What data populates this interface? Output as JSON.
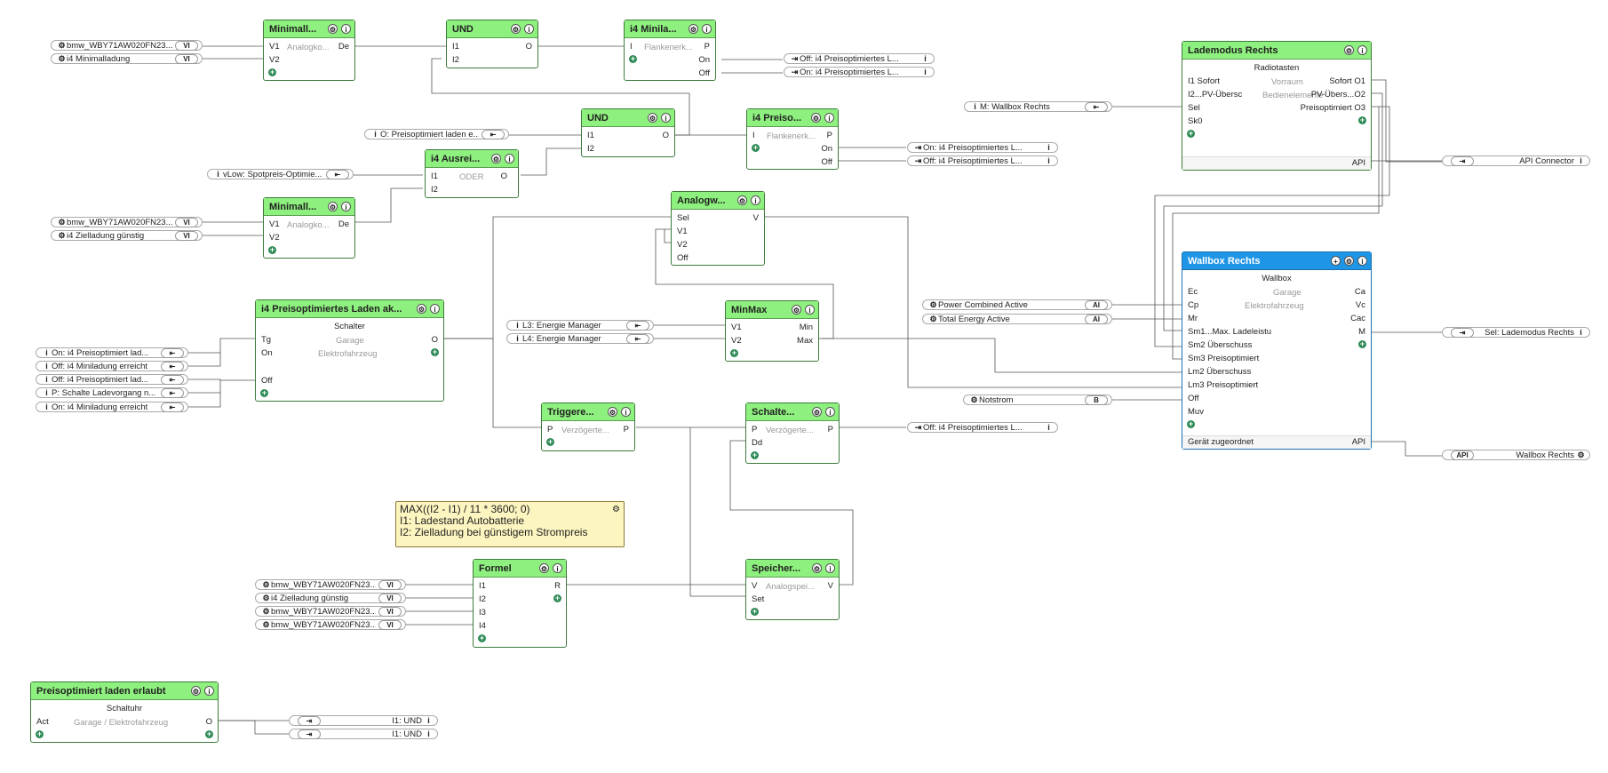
{
  "blocks": {
    "min1": {
      "title": "Minimall...",
      "v1": "V1",
      "v2": "V2",
      "mid": "Analogko...",
      "out": "De"
    },
    "und1": {
      "title": "UND",
      "i1": "I1",
      "i2": "I2",
      "out": "O"
    },
    "i4min": {
      "title": "i4 Minila...",
      "in": "I",
      "mid": "Flankenerk...",
      "p": "P",
      "on": "On",
      "off": "Off"
    },
    "und2": {
      "title": "UND",
      "i1": "I1",
      "i2": "I2",
      "out": "O"
    },
    "i4preis": {
      "title": "i4 Preiso...",
      "in": "I",
      "mid": "Flankenerk...",
      "p": "P",
      "on": "On",
      "off": "Off"
    },
    "i4aus": {
      "title": "i4 Ausrei...",
      "i1": "I1",
      "i2": "I2",
      "mid": "ODER",
      "out": "O"
    },
    "min2": {
      "title": "Minimall...",
      "v1": "V1",
      "v2": "V2",
      "mid": "Analogko...",
      "out": "De"
    },
    "analogw": {
      "title": "Analogw...",
      "sel": "Sel",
      "v1": "V1",
      "v2": "V2",
      "off": "Off",
      "out": "V"
    },
    "schalter": {
      "title": "i4 Preisoptimiertes Laden ak...",
      "sub": "Schalter",
      "tg": "Tg",
      "on": "On",
      "off": "Off",
      "mid1": "Garage",
      "mid2": "Elektrofahrzeug",
      "out": "O"
    },
    "minmax": {
      "title": "MinMax",
      "v1": "V1",
      "v2": "V2",
      "min": "Min",
      "max": "Max"
    },
    "trig": {
      "title": "Triggere...",
      "p": "P",
      "mid": "Verzögerte...",
      "out": "P"
    },
    "schalte": {
      "title": "Schalte...",
      "p": "P",
      "dd": "Dd",
      "mid": "Verzögerte...",
      "out": "P"
    },
    "formel": {
      "title": "Formel",
      "i1": "I1",
      "i2": "I2",
      "i3": "I3",
      "i4": "I4",
      "out": "R"
    },
    "speicher": {
      "title": "Speicher...",
      "v": "V",
      "set": "Set",
      "mid": "Analogspei...",
      "out": "V"
    },
    "schaltuhr": {
      "title": "Preisoptimiert laden erlaubt",
      "sub": "Schaltuhr",
      "act": "Act",
      "mid": "Garage / Elektrofahrzeug",
      "out": "O"
    },
    "lademodus": {
      "title": "Lademodus Rechts",
      "sub": "Radiotasten",
      "in1": "I1 Sofort",
      "in2": "I2...PV-Übersc",
      "sel": "Sel",
      "sk0": "Sk0",
      "mid1": "Vorraum",
      "mid2": "Bedienelemente",
      "o1": "Sofort O1",
      "o2": "PV-Übers...O2",
      "o3": "Preisoptimiert O3",
      "api": "API"
    },
    "wallbox": {
      "title": "Wallbox Rechts",
      "sub": "Wallbox",
      "mid1": "Garage",
      "mid2": "Elektrofahrzeug",
      "inputs": [
        "Ec",
        "Cp",
        "Mr",
        "Sm1...Max. Ladeleistu",
        "Sm2 Überschuss",
        "Sm3 Preisoptimiert",
        "Lm2 Überschuss",
        "Lm3 Preisoptimiert",
        "Off",
        "Muv"
      ],
      "outputs": [
        "Ca",
        "Vc",
        "Cac",
        "M"
      ],
      "foot": "Gerät zugeordnet",
      "api": "API"
    }
  },
  "refs": {
    "bmw1": {
      "label": "bmw_WBY71AW020FN23...",
      "pill": "VI"
    },
    "minlad": {
      "label": "i4 Minimalladung",
      "pill": "VI"
    },
    "offI4a": {
      "label": "Off: i4 Preisoptimiertes L..."
    },
    "onI4a": {
      "label": "On: i4 Preisoptimiertes L..."
    },
    "oPreis": {
      "label": "O: Preisoptimiert laden e..."
    },
    "vLow": {
      "label": "vLow: Spotpreis-Optimie..."
    },
    "onI4b": {
      "label": "On: i4 Preisoptimiertes L..."
    },
    "offI4b": {
      "label": "Off: i4 Preisoptimiertes L..."
    },
    "bmw2": {
      "label": "bmw_WBY71AW020FN23...",
      "pill": "VI"
    },
    "ziel1": {
      "label": "i4 Zielladung günstig",
      "pill": "VI"
    },
    "s1": {
      "label": "On: i4 Preisoptimiert lad..."
    },
    "s2": {
      "label": "Off: i4 Miniladung erreicht"
    },
    "s3": {
      "label": "Off: i4 Preisoptimiert lad..."
    },
    "s4": {
      "label": "P: Schalte Ladevorgang n..."
    },
    "s5": {
      "label": "On: i4 Miniladung erreicht"
    },
    "l3": {
      "label": "L3: Energie Manager"
    },
    "l4": {
      "label": "L4: Energie Manager"
    },
    "offI4c": {
      "label": "Off: i4 Preisoptimiertes L..."
    },
    "f1": {
      "label": "bmw_WBY71AW020FN23...",
      "pill": "VI"
    },
    "f2": {
      "label": "i4 Zielladung günstig",
      "pill": "VI"
    },
    "f3": {
      "label": "bmw_WBY71AW020FN23...",
      "pill": "VI"
    },
    "f4": {
      "label": "bmw_WBY71AW020FN23...",
      "pill": "VI"
    },
    "und3": {
      "label": "I1: UND"
    },
    "und4": {
      "label": "I1: UND"
    },
    "mWall": {
      "label": "M: Wallbox Rechts"
    },
    "apiConn": {
      "label": "API Connector"
    },
    "power": {
      "label": "Power Combined Active",
      "pill": "AI"
    },
    "energy": {
      "label": "Total Energy Active",
      "pill": "AI"
    },
    "notstrom": {
      "label": "Notstrom",
      "pill": "B"
    },
    "selLade": {
      "label": "Sel: Lademodus Rechts"
    },
    "apiWall": {
      "label": "Wallbox Rechts",
      "pill": "API"
    }
  },
  "note": {
    "line1": "MAX((I2 - I1) / 11 * 3600; 0)",
    "line2": "I1: Ladestand Autobatterie",
    "line3": "I2: Zielladung bei günstigem Strompreis"
  }
}
